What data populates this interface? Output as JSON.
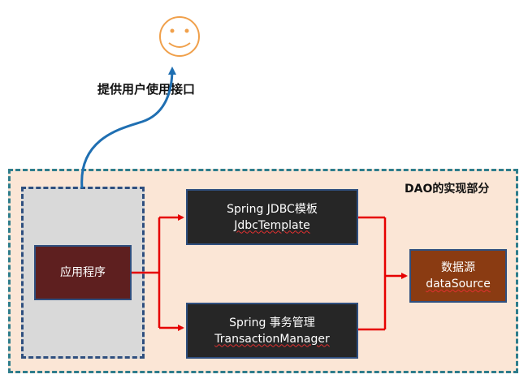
{
  "user_caption": "提供用户使用接口",
  "dao_region_label": "DAO的实现部分",
  "application": {
    "label": "应用程序"
  },
  "jdbc_template": {
    "line1": "Spring JDBC模板",
    "line2": "JdbcTemplate"
  },
  "transaction_manager": {
    "line1": "Spring 事务管理",
    "line2": "TransactionManager"
  },
  "data_source": {
    "line1": "数据源",
    "line2": "dataSource"
  },
  "icons": {
    "user": "smiley-face-icon"
  },
  "colors": {
    "dao_region_fill": "#fbe6d6",
    "dao_region_border": "#2e7d8c",
    "app_layer_fill": "#d9d9d9",
    "app_box": "#5e1f1f",
    "component_box": "#262626",
    "data_source_box": "#8a3b12",
    "arrow_red": "#e60000",
    "arrow_blue": "#1f6fb2",
    "smiley": "#f0a04b"
  }
}
